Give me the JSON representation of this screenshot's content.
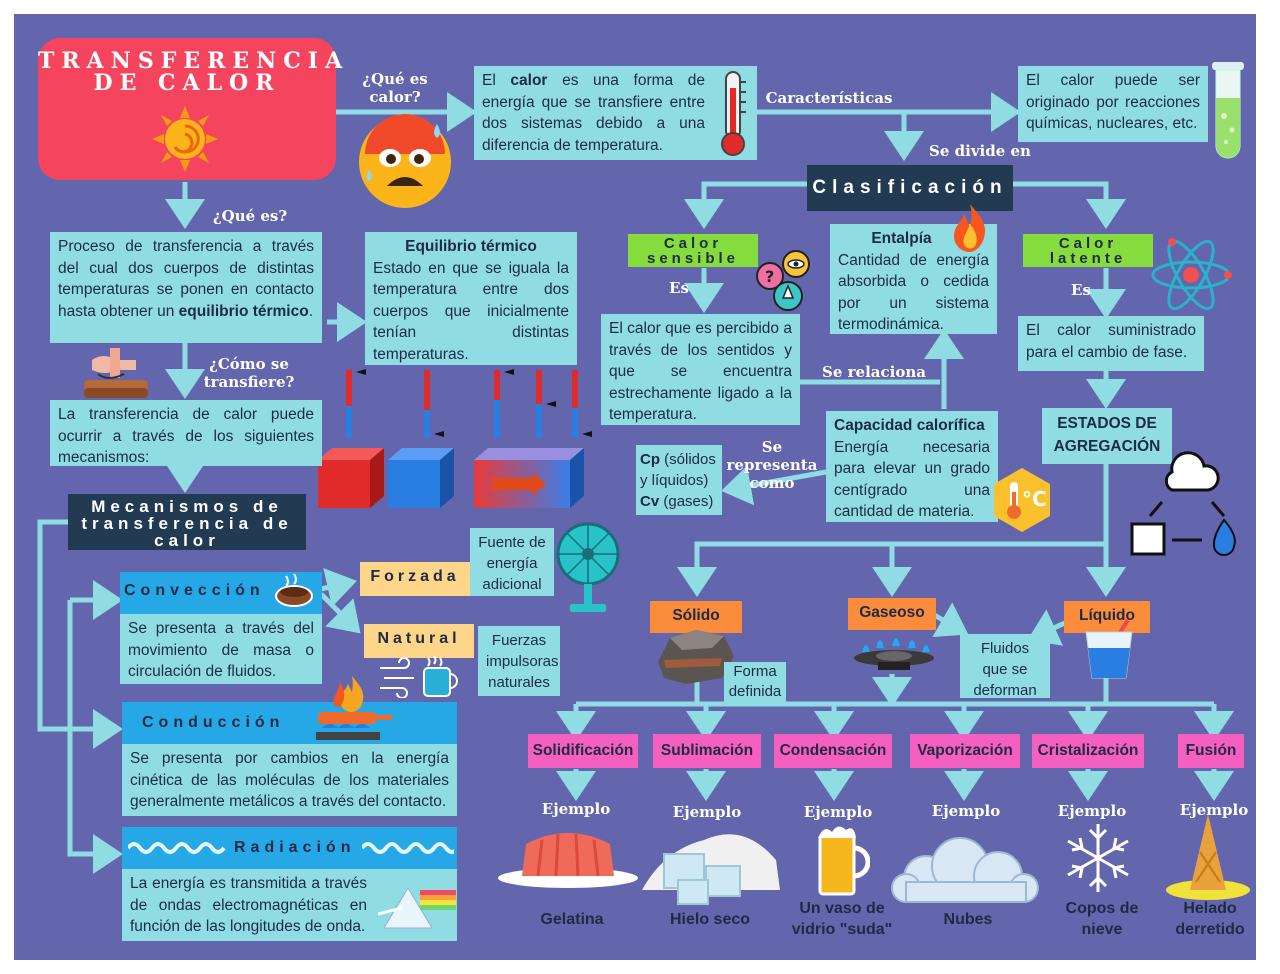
{
  "title": "TRANSFERENCIA DE CALOR",
  "labels": {
    "que_es_calor": "¿Qué es calor?",
    "que_es": "¿Qué es?",
    "como_se_transfiere": "¿Cómo se transfiere?",
    "caracteristicas": "Características",
    "se_divide_en": "Se divide en",
    "es_1": "Es",
    "es_2": "Es",
    "se_relaciona": "Se relaciona",
    "se_representa_como": "Se representa como"
  },
  "boxes": {
    "calor_def_pre": "El ",
    "calor_def_bold": "calor",
    "calor_def_post": " es una forma de energía que se transfiere entre dos sistemas debido a una diferencia de temperatura.",
    "origen": "El calor puede ser originado por reacciones químicas, nucleares, etc.",
    "proceso_pre": "Proceso de transferencia a través del cual dos cuerpos de distintas temperaturas se ponen en contacto hasta obtener un ",
    "proceso_bold": "equilibrio térmico",
    "proceso_post": ".",
    "equilibrio_title": "Equilibrio térmico",
    "equilibrio_text": "Estado en que se iguala la temperatura entre dos cuerpos que inicialmente tenían distintas temperaturas.",
    "mecanismos_text": "La transferencia de calor puede ocurrir a través de los siguientes mecanismos:",
    "clasificacion": "Clasificación",
    "calor_sensible": "Calor sensible",
    "calor_sensible_text": "El calor que es percibido a través de los sentidos y que se encuentra estrechamente ligado a la temperatura.",
    "entalpia_title": "Entalpía",
    "entalpia_text": "Cantidad de energía absorbida o cedida por un sistema termodinámica.",
    "calor_latente": "Calor latente",
    "calor_latente_text": "El calor suministrado para el cambio de fase.",
    "capacidad_title": "Capacidad calorífica",
    "capacidad_text": "Energía necesaria para elevar un grado centígrado una cantidad de materia.",
    "cp_bold": "Cp",
    "cp_text": " (sólidos y líquidos)",
    "cv_bold": "Cv",
    "cv_text": " (gases)",
    "estados": "ESTADOS DE AGREGACIÓN",
    "mecanismos_title": "Mecanismos de transferencia de calor",
    "conveccion": "Convección",
    "conveccion_text": "Se presenta a través del movimiento de masa o circulación de fluidos.",
    "forzada": "Forzada",
    "fuente": "Fuente de energía adicional",
    "natural": "Natural",
    "fuerzas": "Fuerzas impulsoras naturales",
    "conduccion": "Conducción",
    "conduccion_text": "Se presenta por cambios en la energía cinética de las moléculas de los materiales generalmente metálicos a través del contacto.",
    "radiacion": "Radiación",
    "radiacion_text": "La energía es transmitida a través de ondas electromagnéticas en función de las longitudes de onda.",
    "solido": "Sólido",
    "gaseoso": "Gaseoso",
    "liquido": "Líquido",
    "forma_definida": "Forma definida",
    "fluidos": "Fluidos que se deforman"
  },
  "cambios": [
    {
      "name": "Solidificación",
      "ejemplo": "Ejemplo",
      "item": "Gelatina"
    },
    {
      "name": "Sublimación",
      "ejemplo": "Ejemplo",
      "item": "Hielo seco"
    },
    {
      "name": "Condensación",
      "ejemplo": "Ejemplo",
      "item": "Un vaso de vidrio \"suda\""
    },
    {
      "name": "Vaporización",
      "ejemplo": "Ejemplo",
      "item": "Nubes"
    },
    {
      "name": "Cristalización",
      "ejemplo": "Ejemplo",
      "item": "Copos de nieve"
    },
    {
      "name": "Fusión",
      "ejemplo": "Ejemplo",
      "item": "Helado derretido"
    }
  ],
  "icons": [
    "sun-icon",
    "hot-face-icon",
    "thermometer-icon",
    "test-tube-icon",
    "fire-icon",
    "senses-icon",
    "atom-icon",
    "hands-icon",
    "thermometers-icon",
    "heat-blocks-icon",
    "celsius-icon",
    "cycle-icon",
    "tea-icon",
    "fan-icon",
    "wind-icon",
    "pan-fire-icon",
    "wave-icon",
    "prism-icon",
    "rock-icon",
    "gas-burner-icon",
    "water-glass-icon",
    "jelly-icon",
    "ice-icon",
    "beer-icon",
    "cloud-icon",
    "snowflake-icon",
    "ice-cream-icon"
  ],
  "colors": {
    "background": "#6366ad",
    "box": "#8fdde3",
    "title": "#f5455e",
    "connector": "#8fdde3"
  }
}
